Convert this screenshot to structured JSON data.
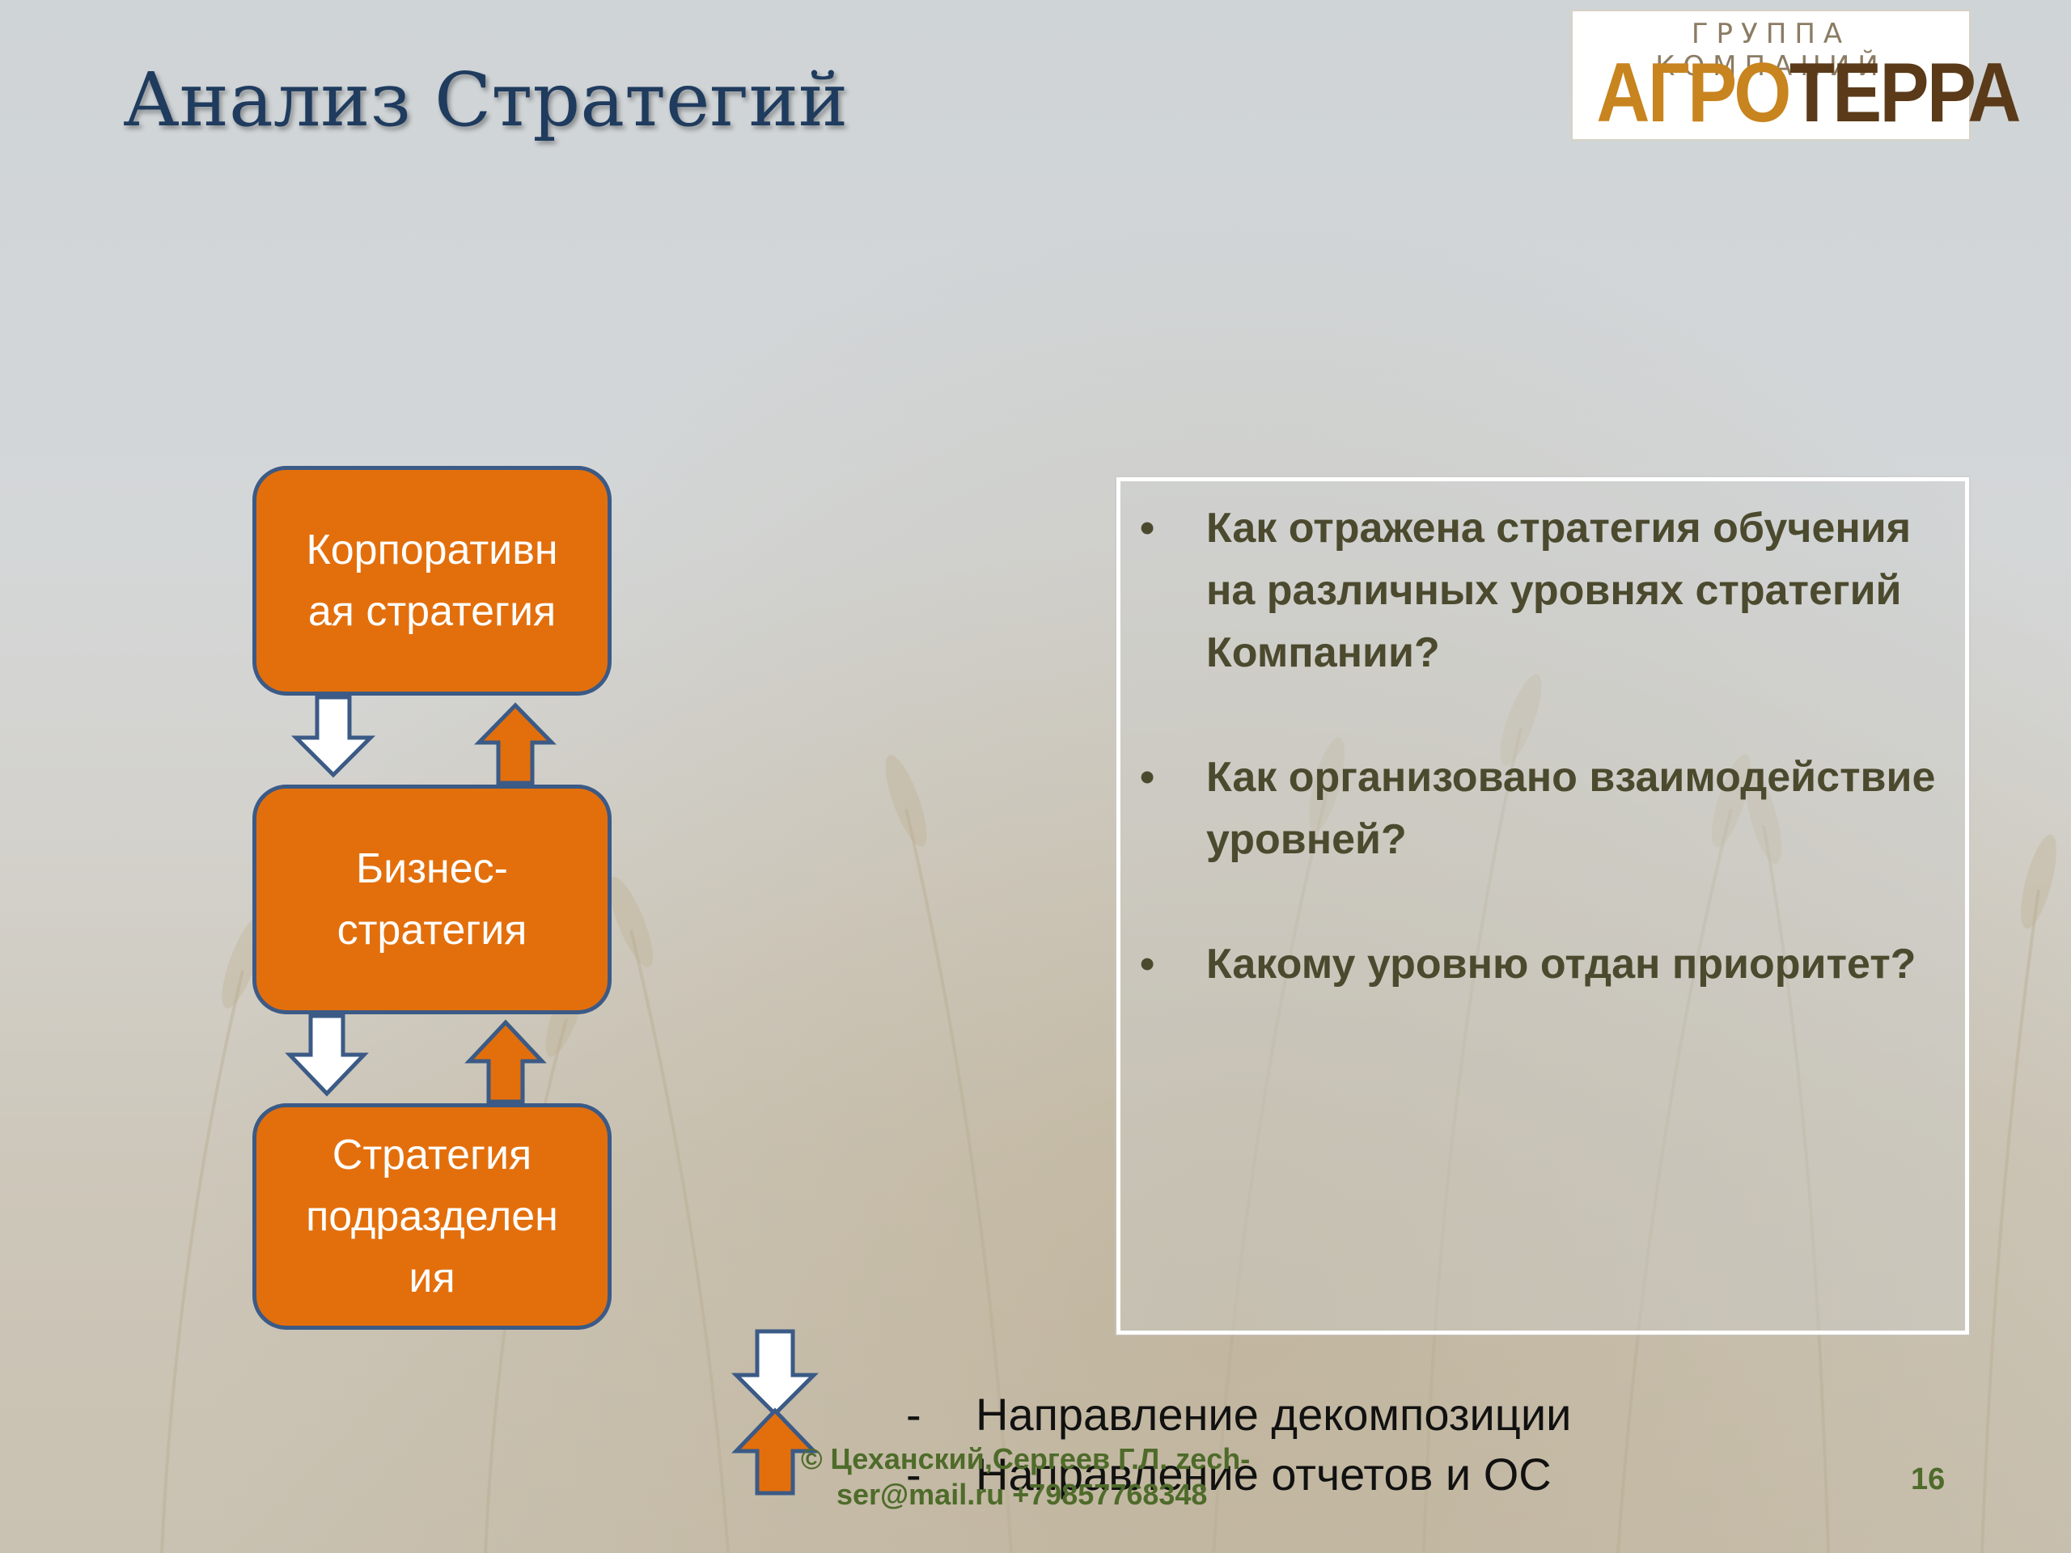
{
  "slide": {
    "title": "Анализ Стратегий",
    "page_number": "16"
  },
  "logo": {
    "subtitle": "ГРУППА КОМПАНИЙ",
    "mark_part1": "АГРО",
    "mark_part2": "ТЕРРА"
  },
  "diagram": {
    "boxes": [
      {
        "line1": "Корпоративн",
        "line2": "ая стратегия",
        "line3": ""
      },
      {
        "line1": "Бизнес-",
        "line2": "стратегия",
        "line3": ""
      },
      {
        "line1": "Стратегия",
        "line2": "подразделен",
        "line3": "ия"
      }
    ]
  },
  "questions": {
    "bullet": "•",
    "items": [
      "Как отражена стратегия обучения на различных уровнях стратегий Компании?",
      "Как организовано взаимодействие уровней?",
      "Какому уровню отдан приоритет?"
    ]
  },
  "legend": {
    "dash": "-",
    "decomposition": "Направление декомпозиции",
    "reports": "Направление отчетов и ОС"
  },
  "footer": {
    "credit_line1": "© Цеханский,Сергеев Г.Л. zech-",
    "credit_line2": "ser@mail.ru +79857768348"
  },
  "colors": {
    "box_fill": "#e36f0c",
    "box_border": "#3b5a86",
    "title": "#1f3b5e",
    "question_text": "#4c4a2e",
    "footer": "#4e6b2a"
  }
}
